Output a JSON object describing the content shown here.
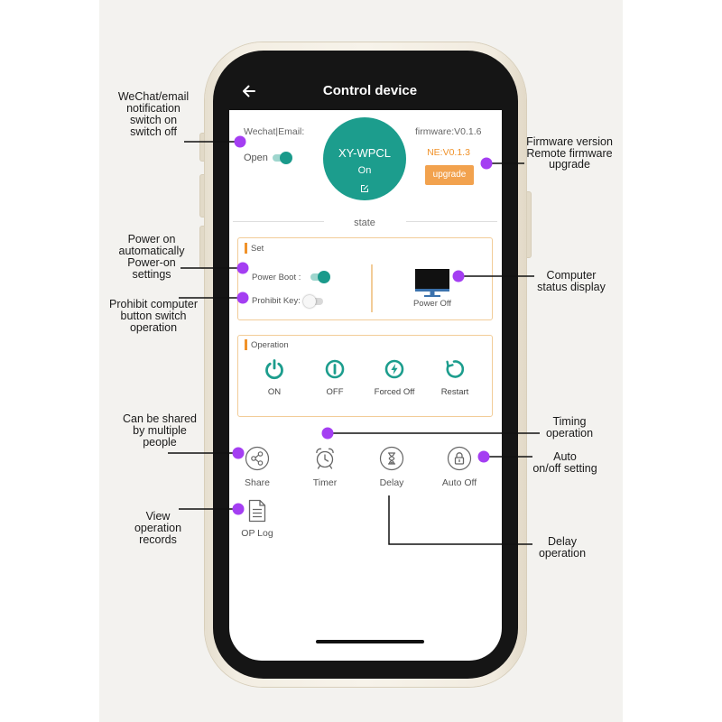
{
  "header": {
    "title": "Control device"
  },
  "notification": {
    "label": "Wechat|Email:",
    "state_label": "Open",
    "enabled": true
  },
  "device": {
    "name": "XY-WPCL",
    "status": "On"
  },
  "firmware": {
    "version": "firmware:V0.1.6",
    "ne_version": "NE:V0.1.3",
    "upgrade_label": "upgrade"
  },
  "state_divider": {
    "label": "state"
  },
  "set_panel": {
    "title": "Set",
    "power_boot": {
      "label": "Power Boot :",
      "enabled": true
    },
    "prohibit_key": {
      "label": "Prohibit Key:",
      "enabled": false
    },
    "computer_status": "Power Off"
  },
  "operation_panel": {
    "title": "Operation",
    "buttons": [
      {
        "label": "ON",
        "icon": "power-icon"
      },
      {
        "label": "OFF",
        "icon": "off-icon"
      },
      {
        "label": "Forced Off",
        "icon": "lightning-icon"
      },
      {
        "label": "Restart",
        "icon": "restart-icon"
      }
    ]
  },
  "tools": [
    {
      "label": "Share",
      "icon": "share-icon"
    },
    {
      "label": "Timer",
      "icon": "alarm-clock-icon"
    },
    {
      "label": "Delay",
      "icon": "hourglass-icon"
    },
    {
      "label": "Auto Off",
      "icon": "lock-icon"
    },
    {
      "label": "OP Log",
      "icon": "document-icon"
    }
  ],
  "annotations": {
    "notification": "WeChat/email\nnotification\nswitch on\nswitch off",
    "power_on": "Power on\nautomatically\nPower-on\nsettings",
    "prohibit": "Prohibit computer\nbutton switch\noperation",
    "share": "Can be shared\nby multiple\npeople",
    "op_log": "View\noperation\nrecords",
    "firmware": "Firmware version\nRemote firmware\nupgrade",
    "computer_status": "Computer\nstatus display",
    "timing": "Timing\noperation",
    "auto_onoff": "Auto\non/off setting",
    "delay": "Delay\noperation"
  },
  "colors": {
    "accent": "#1c9d8d",
    "orange": "#f0922a",
    "card_border": "#f2cc98",
    "annotation_dot": "#a43ef2"
  }
}
